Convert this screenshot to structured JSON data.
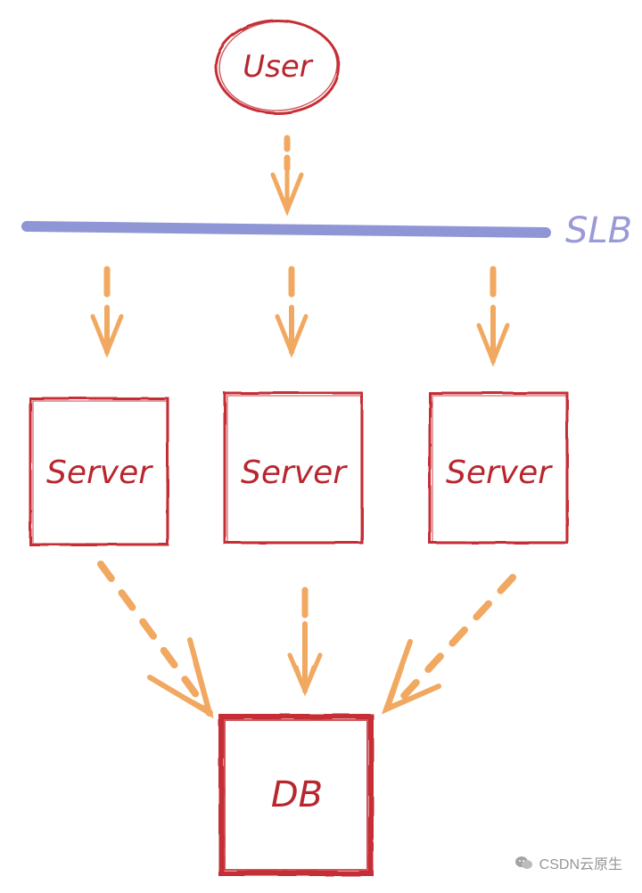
{
  "nodes": {
    "user": "User",
    "slb": "SLB",
    "servers": [
      "Server",
      "Server",
      "Server"
    ],
    "db": "DB"
  },
  "colors": {
    "node_stroke": "#c62d35",
    "node_text": "#b8262e",
    "slb_bar": "#8e96d6",
    "slb_text": "#9a9ad8",
    "arrow": "#f1a860"
  },
  "watermark": {
    "text": "CSDN云原生"
  }
}
